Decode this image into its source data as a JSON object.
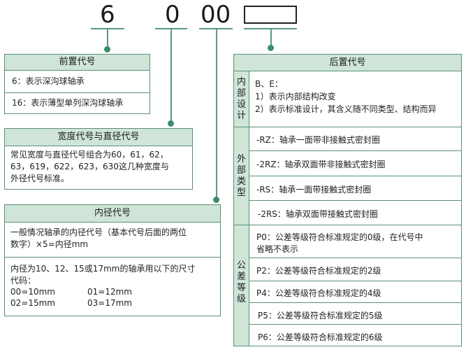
{
  "code": {
    "d1": "6",
    "d2": "0",
    "d3": "00"
  },
  "prefix": {
    "title": "前置代号",
    "items": [
      "6：表示深沟球轴承",
      "16：表示薄型单列深沟球轴承"
    ]
  },
  "width_dia": {
    "title": "宽度代号与直径代号",
    "lines": [
      "常见宽度与直径代号组合为60，61，62，",
      "63，619，622，623，630这几种宽度与",
      "外径代号标准。"
    ]
  },
  "bore": {
    "title": "内径代号",
    "p1": [
      "一般情况轴承的内径代号（基本代号后面的两位",
      "数字）×5=内径mm"
    ],
    "p2": [
      "内径为10、12、15或17mm的轴承用以下的尺寸",
      "代码："
    ],
    "codes": [
      "00=10mm",
      "01=12mm",
      "02=15mm",
      "03=17mm"
    ]
  },
  "suffix": {
    "title": "后置代号",
    "internal": {
      "side": [
        "内",
        "部",
        "设",
        "计"
      ],
      "lines": [
        "B、E：",
        "1）表示内部结构改变",
        "2）表示标准设计，其含义随不同类型、结构而异"
      ]
    },
    "external": {
      "side": [
        "外",
        "部",
        "类",
        "型"
      ],
      "items": [
        "-RZ：轴承一面带非接触式密封圈",
        "-2RZ：轴承双面带非接触式密封圈",
        "-RS：轴承一面带接触式密封圈",
        "-2RS：轴承双面带接触式密封圈"
      ]
    },
    "tolerance": {
      "side": [
        "公",
        "差",
        "等",
        "级"
      ],
      "p0": [
        "P0：公差等级符合标准规定的0级，在代号中",
        "省略不表示"
      ],
      "items": [
        "P2：公差等级符合标准规定的2级",
        "P4：公差等级符合标准规定的4级",
        "P5：公差等级符合标准规定的5级",
        "P6：公差等级符合标准规定的6级"
      ]
    }
  }
}
